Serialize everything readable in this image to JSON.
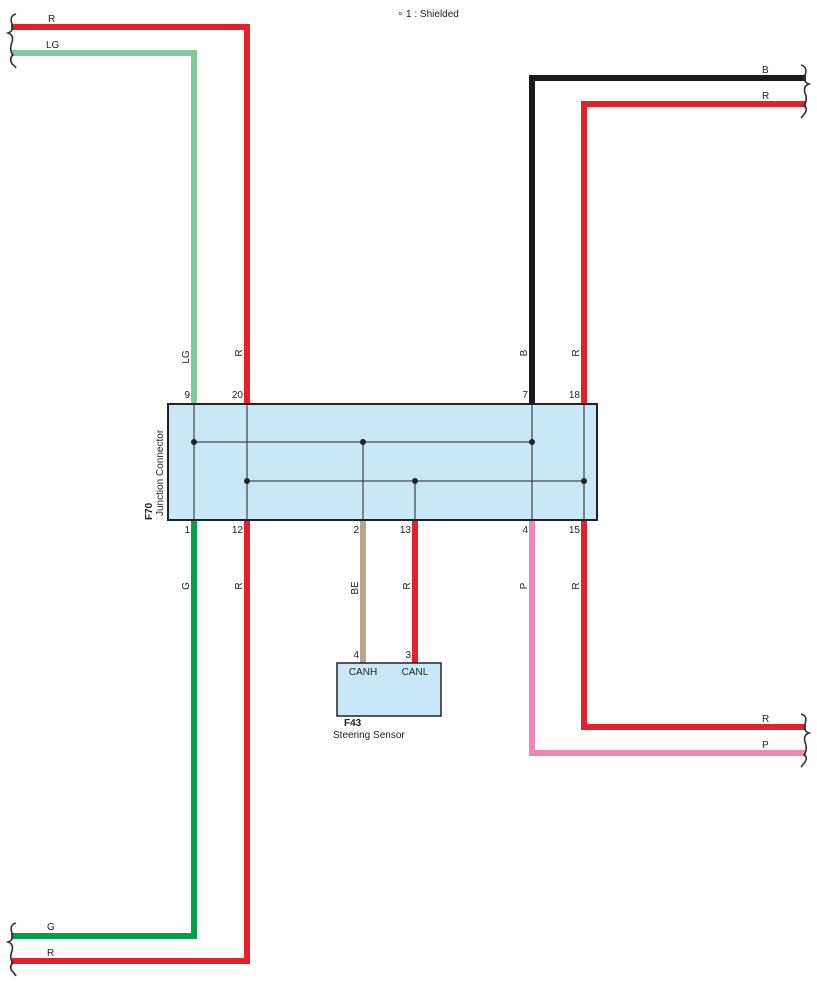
{
  "note": "∘ 1 : Shielded",
  "colors": {
    "R": "#e5202a",
    "LG": "#7fc99a",
    "G": "#00a04a",
    "B": "#1a1a1a",
    "BE": "#b9a58c",
    "P": "#ee86b6",
    "connector_fill": "#c8e8f8",
    "connector_stroke": "#222222"
  },
  "junction_connector": {
    "id": "F70",
    "name": "Junction Connector",
    "top_pins": [
      "9",
      "20",
      "7",
      "18"
    ],
    "bottom_pins": [
      "1",
      "12",
      "2",
      "13",
      "4",
      "15"
    ]
  },
  "steering_sensor": {
    "id": "F43",
    "name": "Steering Sensor",
    "pins": [
      "4",
      "3"
    ],
    "pin_labels": [
      "CANH",
      "CANL"
    ]
  },
  "wire_codes": {
    "top_left_1": "R",
    "top_left_2": "LG",
    "top_right_1": "B",
    "top_right_2": "R",
    "right_mid_1": "R",
    "right_mid_2": "P",
    "bottom_left_1": "G",
    "bottom_left_2": "R",
    "vert_lg": "LG",
    "vert_r_top": "R",
    "vert_b": "B",
    "vert_r_top_right": "R",
    "vert_g": "G",
    "vert_r_bottom": "R",
    "vert_be": "BE",
    "vert_r_sensor": "R",
    "vert_p": "P",
    "vert_r_bottom_right": "R"
  }
}
